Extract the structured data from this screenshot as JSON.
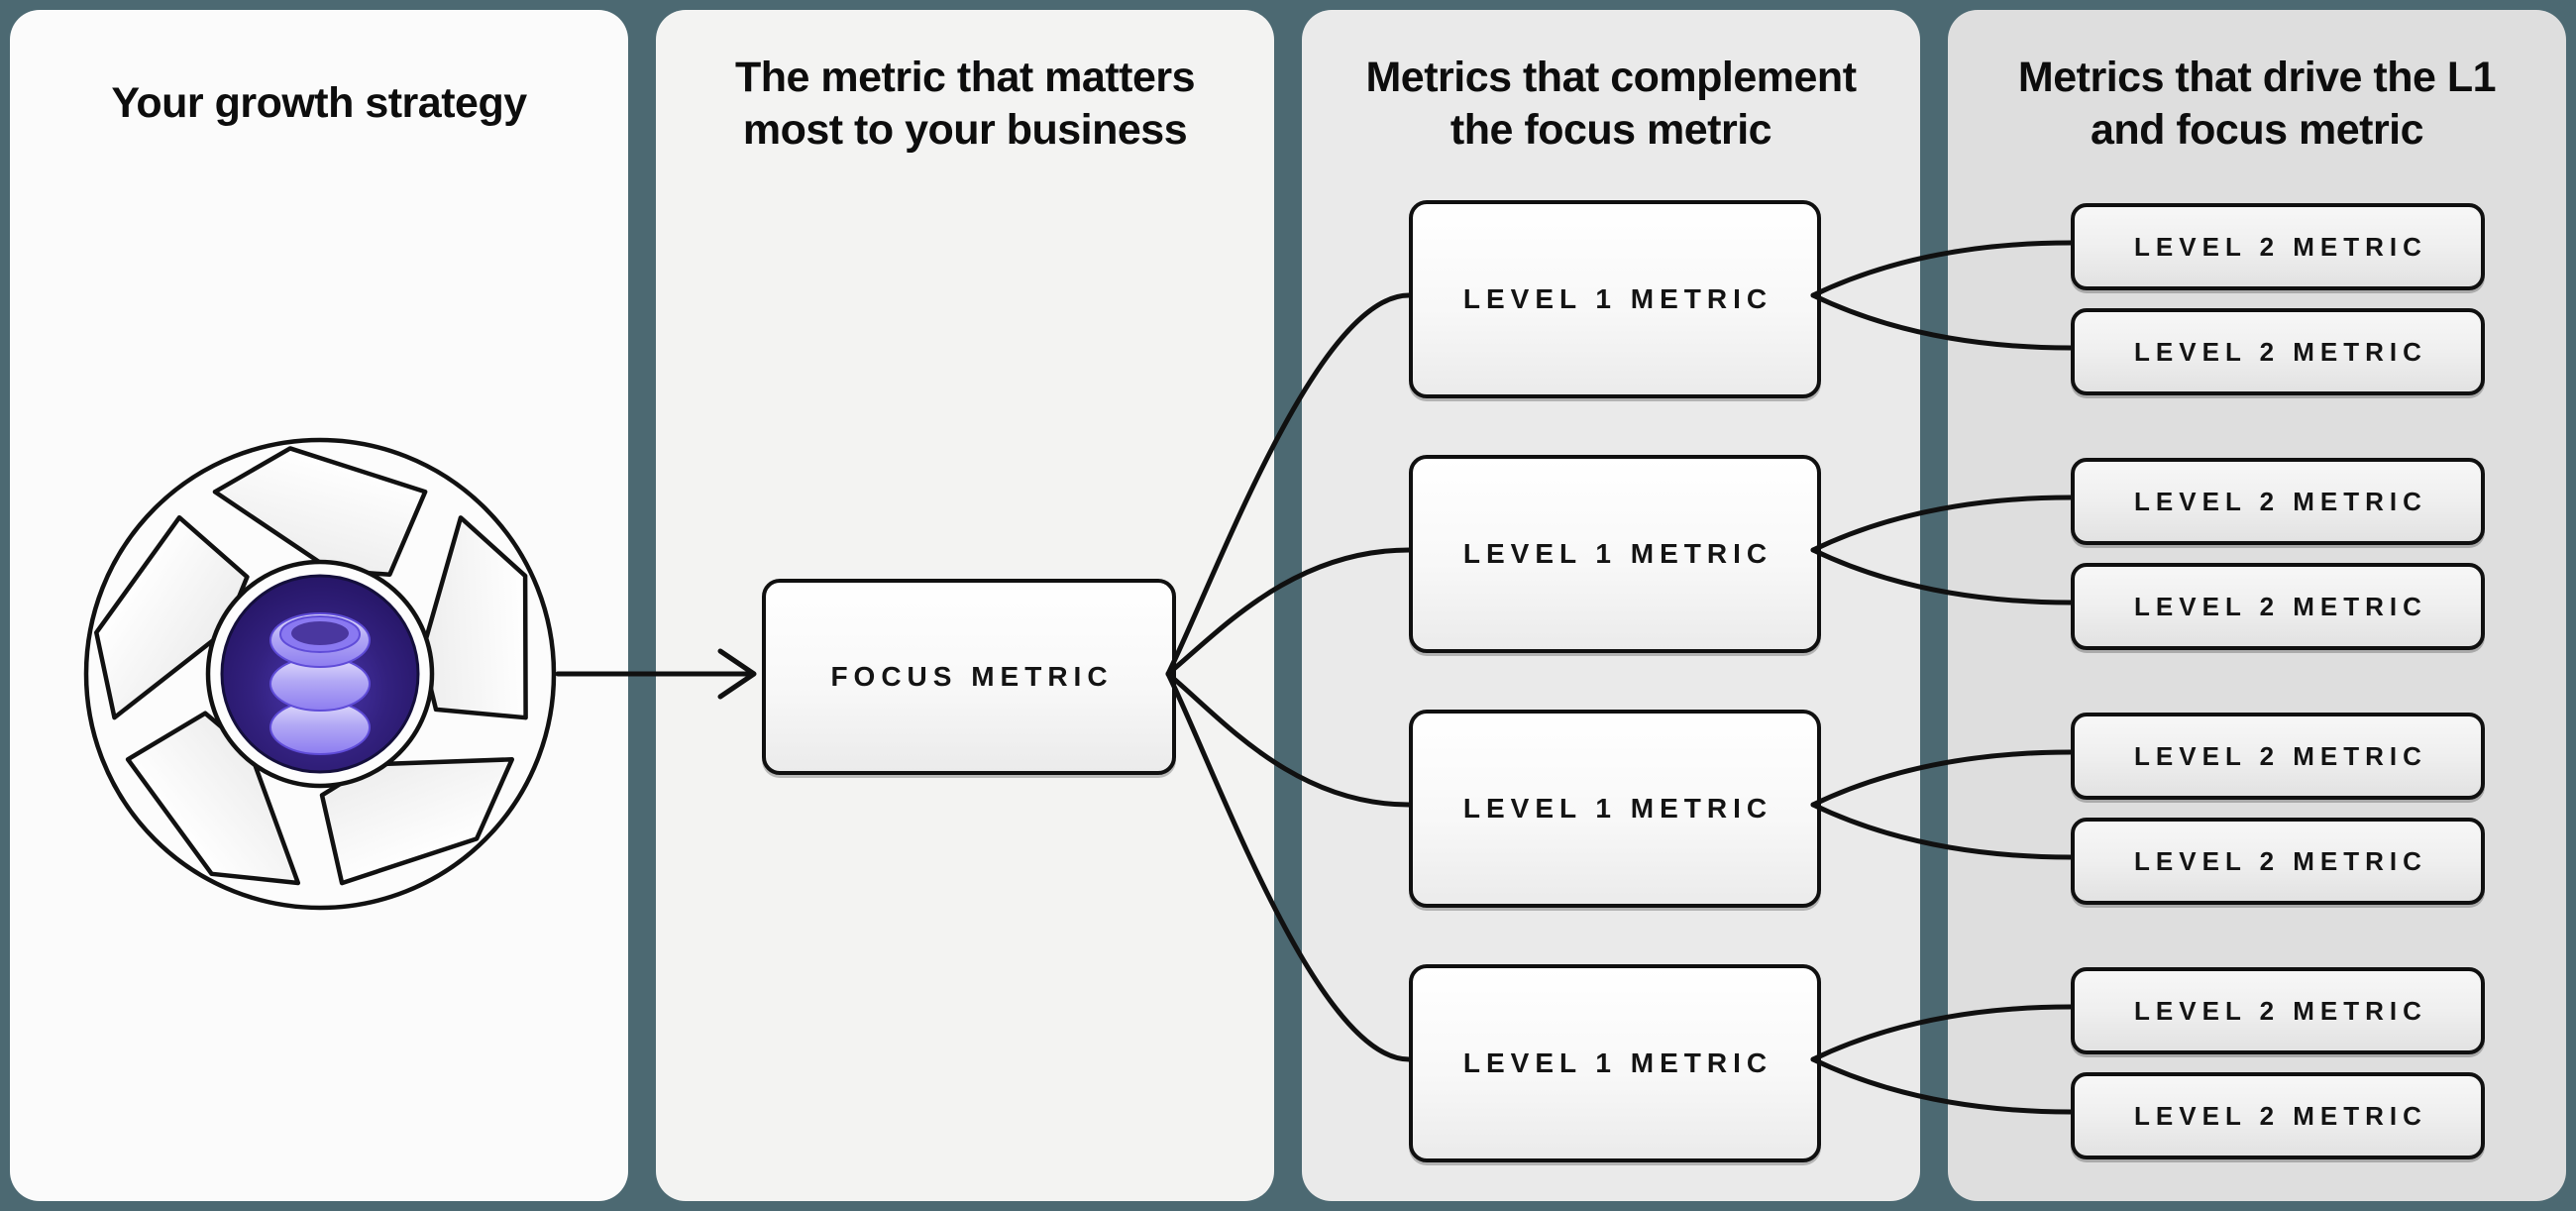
{
  "canvas": {
    "background_color": "#4c6972",
    "connector_color": "#101010"
  },
  "panels": [
    {
      "title": "Your growth strategy",
      "background_color": "#fbfbfb",
      "icon": "growth-loop-database-icon"
    },
    {
      "title": "The metric that matters\nmost to your business",
      "background_color": "#f3f3f2",
      "box_label": "FOCUS METRIC"
    },
    {
      "title": "Metrics that complement\nthe focus metric",
      "background_color": "#eaeaea",
      "boxes": [
        "LEVEL 1 METRIC",
        "LEVEL 1 METRIC",
        "LEVEL 1 METRIC",
        "LEVEL 1 METRIC"
      ]
    },
    {
      "title": "Metrics that drive the L1\nand focus metric",
      "background_color": "#dedede",
      "boxes": [
        "LEVEL 2 METRIC",
        "LEVEL 2 METRIC",
        "LEVEL 2 METRIC",
        "LEVEL 2 METRIC",
        "LEVEL 2 METRIC",
        "LEVEL 2 METRIC",
        "LEVEL 2 METRIC",
        "LEVEL 2 METRIC"
      ]
    }
  ],
  "icon_colors": {
    "hub_purple_dark": "#241463",
    "hub_purple_mid": "#33217f",
    "database_lavender": "#b3a9f5",
    "blade_white": "#ffffff",
    "outline_black": "#111111"
  }
}
